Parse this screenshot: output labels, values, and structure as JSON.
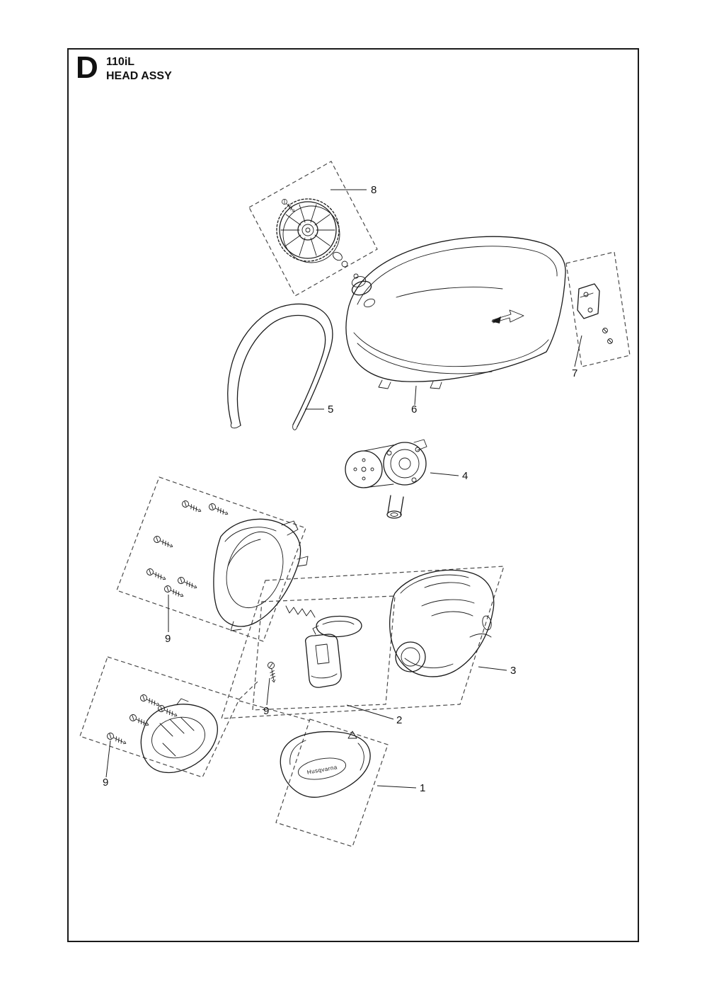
{
  "page": {
    "section_letter": "D",
    "model": "110iL",
    "subtitle": "HEAD ASSY"
  },
  "brand_on_part": "Husqvarna",
  "callouts": {
    "n1": "1",
    "n2": "2",
    "n3": "3",
    "n4": "4",
    "n5": "5",
    "n6": "6",
    "n7": "7",
    "n8": "8",
    "n9": "9"
  },
  "colors": {
    "line": "#1a1a1a",
    "dashed_box": "#4a4a4a",
    "background": "#ffffff"
  }
}
